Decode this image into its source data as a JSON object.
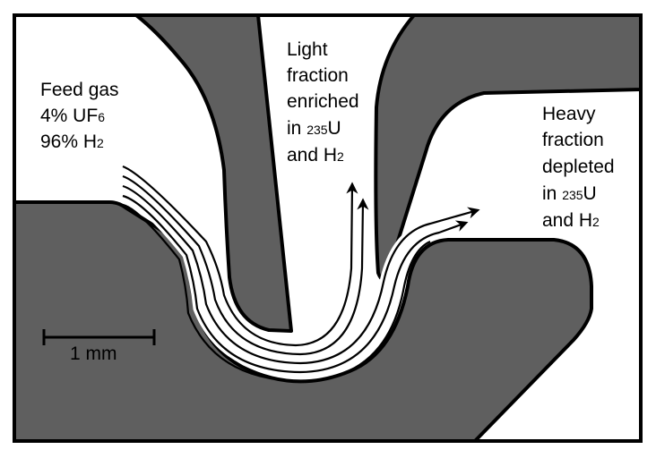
{
  "feed": {
    "line1": "Feed gas",
    "line2a": "4% UF",
    "line2b": "6",
    "line3a": "96% H",
    "line3b": "2"
  },
  "light": {
    "line1": "Light",
    "line2": "fraction",
    "line3": "enriched",
    "line4a": "in ",
    "line4b": "235",
    "line4c": "U",
    "line5a": "and H",
    "line5b": "2"
  },
  "heavy": {
    "line1": "Heavy",
    "line2": "fraction",
    "line3": "depleted",
    "line4a": "in ",
    "line4b": "235",
    "line4c": "U",
    "line5a": "and H",
    "line5b": "2"
  },
  "scale": {
    "label": "1 mm"
  },
  "colors": {
    "metal": "#5f5f5f",
    "outline": "#000000"
  }
}
